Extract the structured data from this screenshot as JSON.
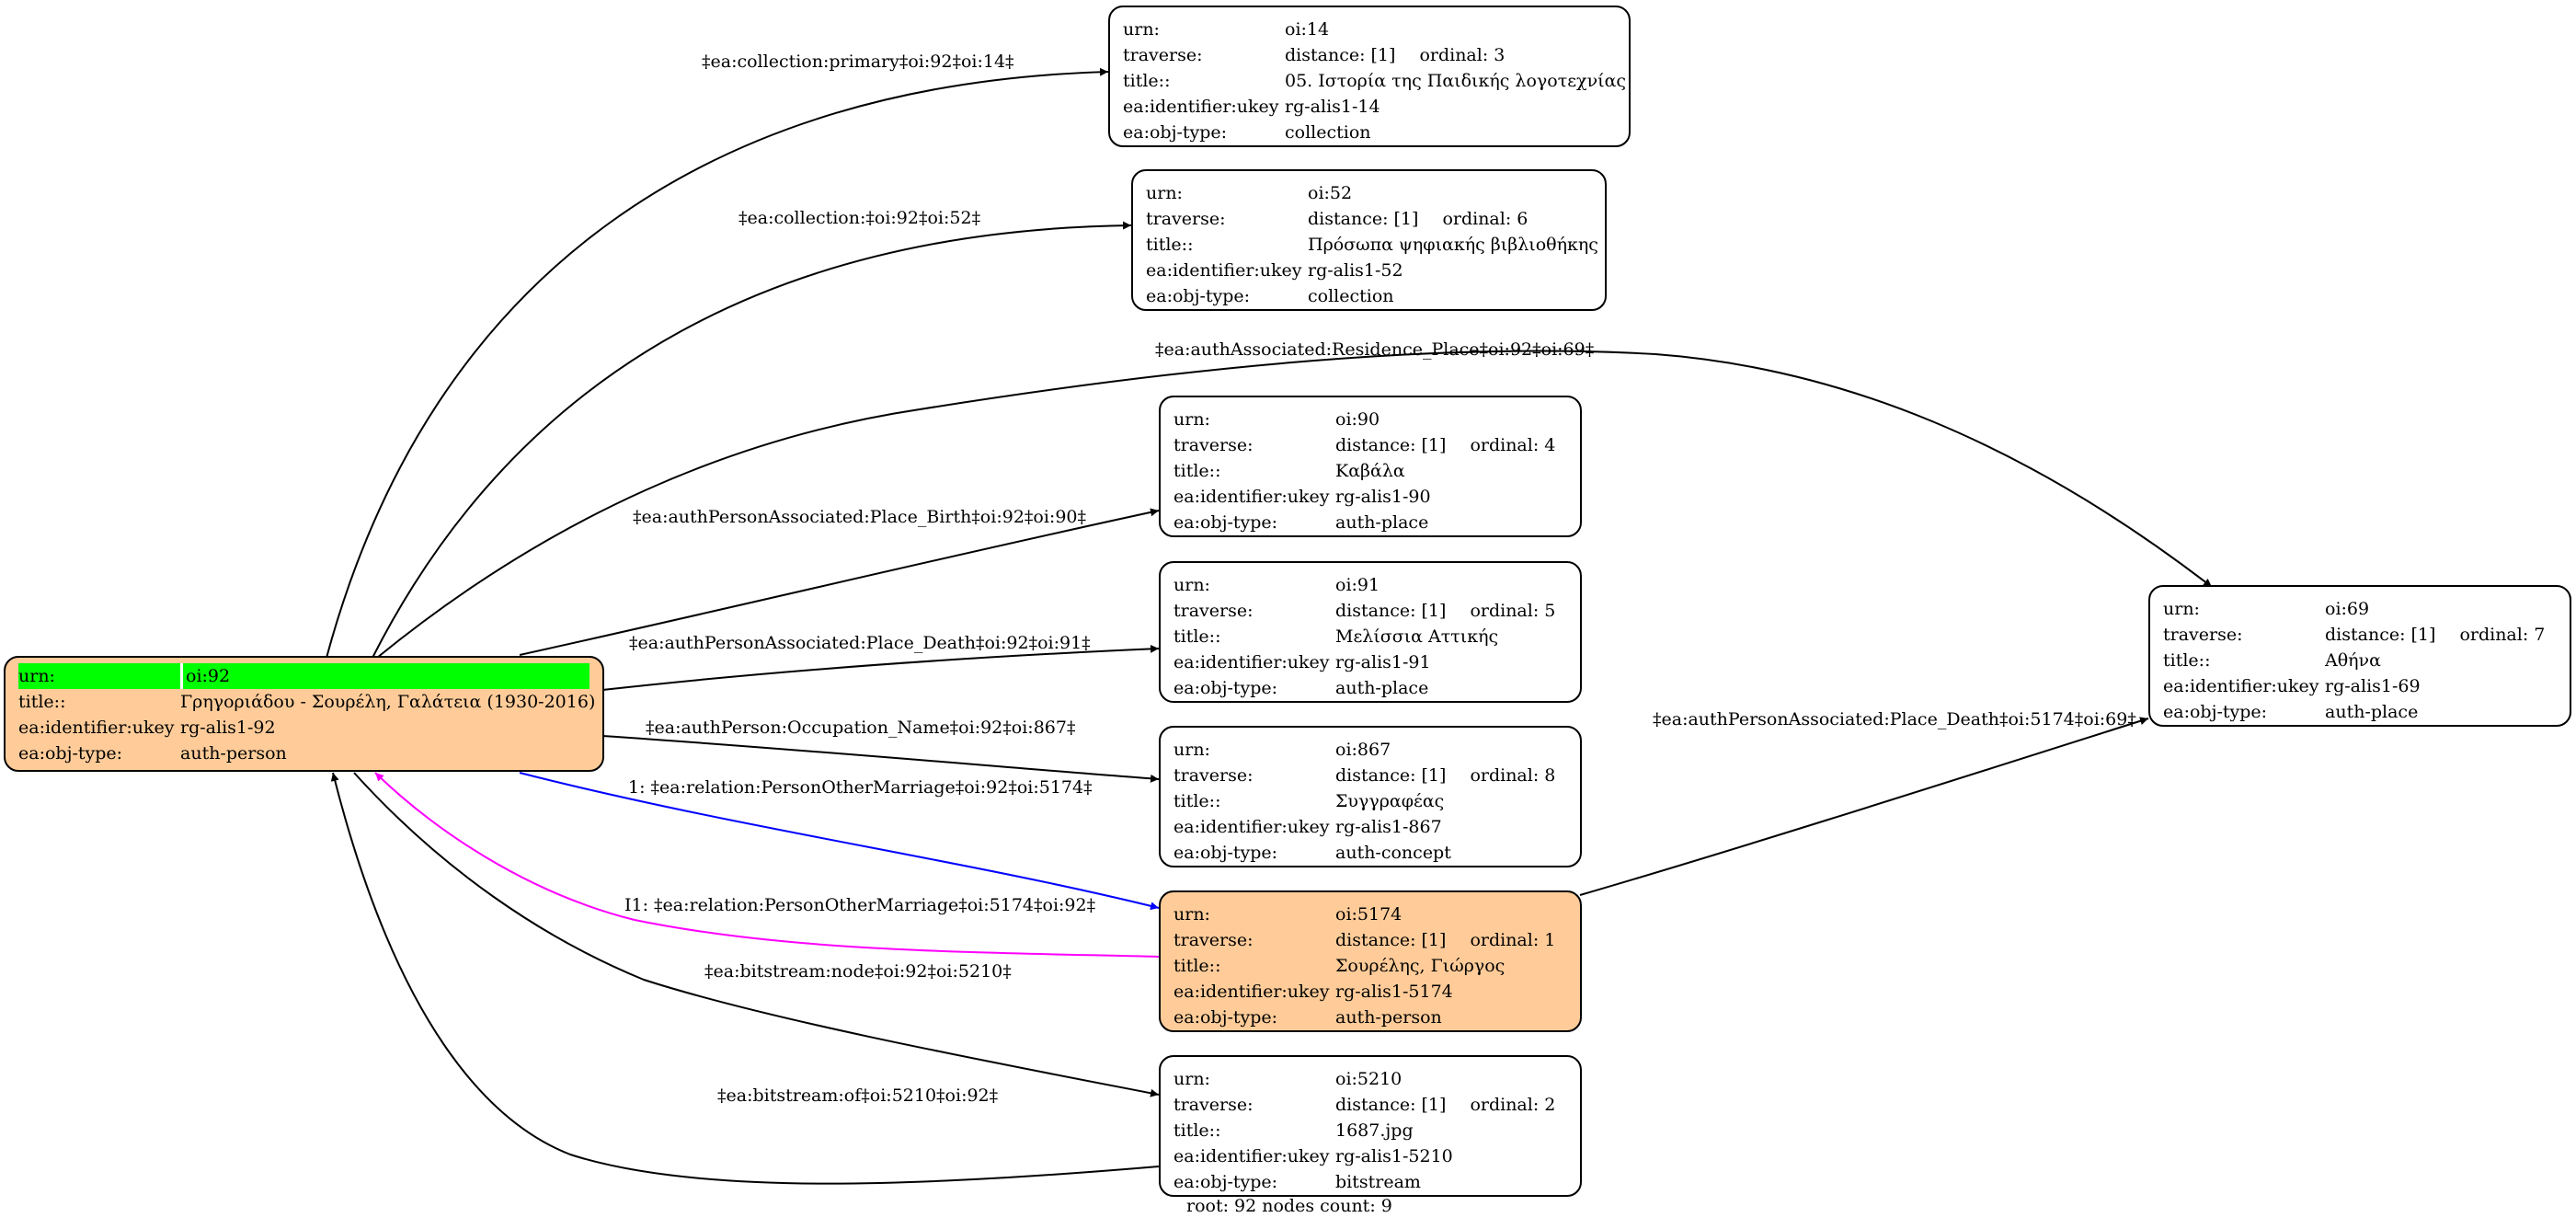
{
  "nodes": {
    "n92": {
      "urn_key": "urn:",
      "urn": "oi:92",
      "title_key": "title::",
      "title": "Γρηγοριάδου - Σουρέλη, Γαλάτεια (1930-2016)",
      "ukey_key": "ea:identifier:ukey",
      "ukey": "rg-alis1-92",
      "type_key": "ea:obj-type:",
      "type": "auth-person"
    },
    "n14": {
      "urn_key": "urn:",
      "urn": "oi:14",
      "traverse_key": "traverse:",
      "distance": "distance: [1]",
      "ordinal": "ordinal: 3",
      "title_key": "title::",
      "title": "05. Ιστορία της Παιδικής λογοτεχνίας",
      "ukey_key": "ea:identifier:ukey",
      "ukey": "rg-alis1-14",
      "type_key": "ea:obj-type:",
      "type": "collection"
    },
    "n52": {
      "urn_key": "urn:",
      "urn": "oi:52",
      "traverse_key": "traverse:",
      "distance": "distance: [1]",
      "ordinal": "ordinal: 6",
      "title_key": "title::",
      "title": "Πρόσωπα ψηφιακής βιβλιοθήκης",
      "ukey_key": "ea:identifier:ukey",
      "ukey": "rg-alis1-52",
      "type_key": "ea:obj-type:",
      "type": "collection"
    },
    "n90": {
      "urn_key": "urn:",
      "urn": "oi:90",
      "traverse_key": "traverse:",
      "distance": "distance: [1]",
      "ordinal": "ordinal: 4",
      "title_key": "title::",
      "title": "Καβάλα",
      "ukey_key": "ea:identifier:ukey",
      "ukey": "rg-alis1-90",
      "type_key": "ea:obj-type:",
      "type": "auth-place"
    },
    "n91": {
      "urn_key": "urn:",
      "urn": "oi:91",
      "traverse_key": "traverse:",
      "distance": "distance: [1]",
      "ordinal": "ordinal: 5",
      "title_key": "title::",
      "title": "Μελίσσια Αττικής",
      "ukey_key": "ea:identifier:ukey",
      "ukey": "rg-alis1-91",
      "type_key": "ea:obj-type:",
      "type": "auth-place"
    },
    "n867": {
      "urn_key": "urn:",
      "urn": "oi:867",
      "traverse_key": "traverse:",
      "distance": "distance: [1]",
      "ordinal": "ordinal: 8",
      "title_key": "title::",
      "title": "Συγγραφέας",
      "ukey_key": "ea:identifier:ukey",
      "ukey": "rg-alis1-867",
      "type_key": "ea:obj-type:",
      "type": "auth-concept"
    },
    "n5174": {
      "urn_key": "urn:",
      "urn": "oi:5174",
      "traverse_key": "traverse:",
      "distance": "distance: [1]",
      "ordinal": "ordinal: 1",
      "title_key": "title::",
      "title": "Σουρέλης, Γιώργος",
      "ukey_key": "ea:identifier:ukey",
      "ukey": "rg-alis1-5174",
      "type_key": "ea:obj-type:",
      "type": "auth-person"
    },
    "n5210": {
      "urn_key": "urn:",
      "urn": "oi:5210",
      "traverse_key": "traverse:",
      "distance": "distance: [1]",
      "ordinal": "ordinal: 2",
      "title_key": "title::",
      "title": "1687.jpg",
      "ukey_key": "ea:identifier:ukey",
      "ukey": "rg-alis1-5210",
      "type_key": "ea:obj-type:",
      "type": "bitstream"
    },
    "n69": {
      "urn_key": "urn:",
      "urn": "oi:69",
      "traverse_key": "traverse:",
      "distance": "distance: [1]",
      "ordinal": "ordinal: 7",
      "title_key": "title::",
      "title": "Αθήνα",
      "ukey_key": "ea:identifier:ukey",
      "ukey": "rg-alis1-69",
      "type_key": "ea:obj-type:",
      "type": "auth-place"
    }
  },
  "edges": {
    "e14": "‡ea:collection:primary‡oi:92‡oi:14‡",
    "e52": "‡ea:collection:‡oi:92‡oi:52‡",
    "e69": "‡ea:authAssociated:Residence_Place‡oi:92‡oi:69‡",
    "e90": "‡ea:authPersonAssociated:Place_Birth‡oi:92‡oi:90‡",
    "e91": "‡ea:authPersonAssociated:Place_Death‡oi:92‡oi:91‡",
    "e867": "‡ea:authPerson:Occupation_Name‡oi:92‡oi:867‡",
    "e5174": "1: ‡ea:relation:PersonOtherMarriage‡oi:92‡oi:5174‡",
    "e5174inv": "I1: ‡ea:relation:PersonOtherMarriage‡oi:5174‡oi:92‡",
    "e5210": "‡ea:bitstream:node‡oi:92‡oi:5210‡",
    "e5210inv": "‡ea:bitstream:of‡oi:5210‡oi:92‡",
    "e5174to69": "‡ea:authPersonAssociated:Place_Death‡oi:5174‡oi:69‡"
  },
  "colors": {
    "person_fill": "#ffcc99",
    "root_highlight": "#00ff00",
    "relation_edge": "#0000ff",
    "inverse_relation_edge": "#ff00ff",
    "default_edge": "#000000"
  },
  "footer": "root: 92 nodes count: 9"
}
